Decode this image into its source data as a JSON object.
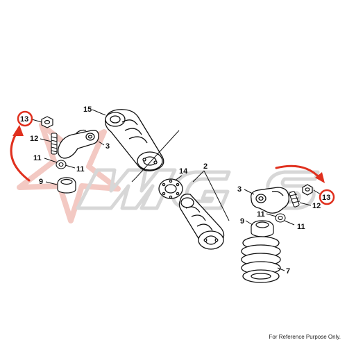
{
  "callouts": {
    "c13_left": "13",
    "c12_left": "12",
    "c3_left": "3",
    "c11_left_a": "11",
    "c11_left_b": "11",
    "c9_left": "9",
    "c15": "15",
    "c14": "14",
    "c2": "2",
    "c3_right": "3",
    "c13_right": "13",
    "c12_right": "12",
    "c11_right_a": "11",
    "c11_right_b": "11",
    "c9_right": "9",
    "c7": "7"
  },
  "highlighted_part": "13",
  "footer_note": "For Reference Purpose Only.",
  "watermark_text": "MGS",
  "colors": {
    "line_art": "#111111",
    "highlight_ring": "#e0301e",
    "arrow": "#e0301e",
    "watermark": "#d7d7d7",
    "watermark_star": "#f3c9c3"
  }
}
